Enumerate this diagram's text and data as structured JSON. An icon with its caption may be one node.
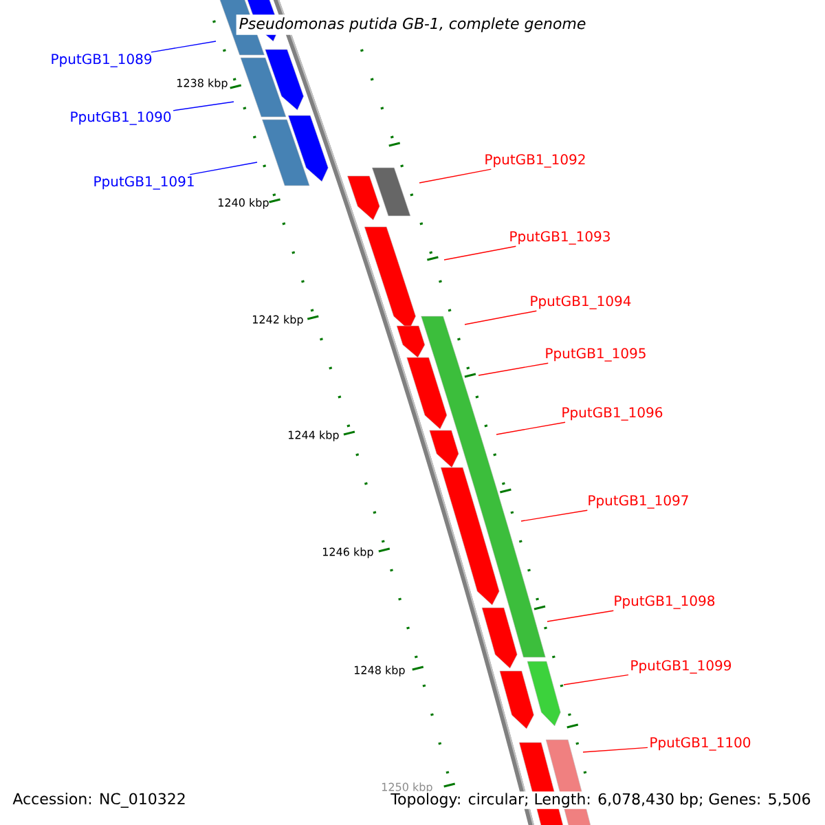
{
  "diagram": {
    "title": "*Pseudomonas putida* GB-1, complete genome",
    "nodes": [
      {
        "text": [
          "PputGB1_1089"
        ]
      },
      {
        "text": [
          "PputGB1_1090"
        ]
      },
      {
        "text": [
          "PputGB1_1091"
        ]
      },
      {
        "text": [
          "PputGB1_1092"
        ]
      },
      {
        "text": [
          "PputGB1_1093"
        ]
      },
      {
        "text": [
          "PputGB1_1094"
        ]
      },
      {
        "text": [
          "PputGB1_1095"
        ]
      },
      {
        "text": [
          "PputGB1_1096"
        ]
      },
      {
        "text": [
          "PputGB1_1097"
        ]
      },
      {
        "text": [
          "PputGB1_1098"
        ]
      },
      {
        "text": [
          "PputGB1_1099"
        ]
      },
      {
        "text": [
          "PputGB1_1100"
        ]
      }
    ],
    "edges": [
      {
        "from": 0,
        "to": null,
        "arrow": "none",
        "color": "#0000ff"
      },
      {
        "from": 1,
        "to": null,
        "arrow": "none",
        "color": "#0000ff"
      },
      {
        "from": 2,
        "to": null,
        "arrow": "none",
        "color": "#0000ff"
      },
      {
        "from": 3,
        "to": null,
        "arrow": "none"
      },
      {
        "from": 4,
        "to": null,
        "arrow": "none"
      },
      {
        "from": 5,
        "to": null,
        "arrow": "none"
      },
      {
        "from": 6,
        "to": null,
        "arrow": "none"
      },
      {
        "from": 7,
        "to": null,
        "arrow": "none"
      },
      {
        "from": 8,
        "to": null,
        "arrow": "none"
      },
      {
        "from": 9,
        "to": null,
        "arrow": "none"
      },
      {
        "from": 10,
        "to": null,
        "arrow": "none"
      },
      {
        "from": 11,
        "to": null,
        "arrow": "none"
      }
    ],
    "labels": [
      "1238 kbp",
      "1240 kbp",
      "1242 kbp",
      "1244 kbp",
      "1246 kbp",
      "1248 kbp",
      "1250 kbp",
      "Accession: NC_010322",
      "Topology: circular; Length: 6,078,430 bp; Genes: 5,506"
    ]
  }
}
